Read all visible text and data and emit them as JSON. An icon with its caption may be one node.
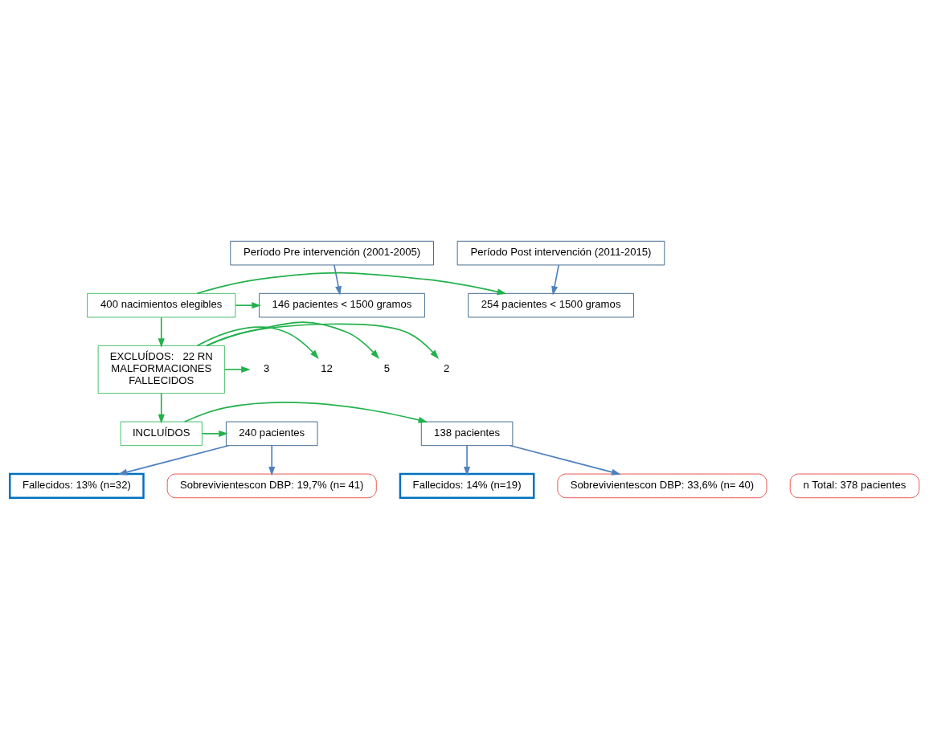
{
  "diagram": {
    "nodes": [
      {
        "text": [
          "Período Pre intervención (2001-2005)"
        ]
      },
      {
        "text": [
          "Período Post intervención (2011-2015)"
        ]
      },
      {
        "text": [
          "146 pacientes < 1500 gramos"
        ]
      },
      {
        "text": [
          "400 nacimientos elegibles"
        ]
      },
      {
        "text": [
          "254 pacientes < 1500 gramos"
        ]
      },
      {
        "text": [
          "EXCLUÍDOS:   22 RN",
          "MALFORMACIONES",
          "FALLECIDOS"
        ]
      },
      {
        "text": [
          "5"
        ]
      },
      {
        "text": [
          "12"
        ]
      },
      {
        "text": [
          "3"
        ]
      },
      {
        "text": [
          "2"
        ]
      },
      {
        "text": [
          "INCLUÍDOS"
        ]
      },
      {
        "text": [
          "138 pacientes"
        ]
      },
      {
        "text": [
          "240 pacientes"
        ]
      },
      {
        "text": [
          "Fallecidos: 14% (n=19)"
        ]
      },
      {
        "text": [
          "Fallecidos: 13% (n=32)"
        ]
      },
      {
        "text": [
          "Sobrevivientescon DBP: 33,6% (n= 40)"
        ]
      },
      {
        "text": [
          "n Total: 378 pacientes"
        ]
      },
      {
        "text": [
          "Sobrevivientescon DBP: 19,7% (n= 41)"
        ]
      }
    ],
    "edges": [
      {
        "from": 0,
        "to": 2,
        "arrow": "to",
        "color": "#4f81bd"
      },
      {
        "from": 1,
        "to": 4,
        "arrow": "to",
        "color": "#4f81bd"
      },
      {
        "from": 3,
        "to": 2,
        "arrow": "to"
      },
      {
        "from": 3,
        "to": 4,
        "arrow": "to"
      },
      {
        "from": 3,
        "to": 5,
        "arrow": "to"
      },
      {
        "from": 5,
        "to": 6,
        "arrow": "to"
      },
      {
        "from": 5,
        "to": 7,
        "arrow": "to"
      },
      {
        "from": 5,
        "to": 8,
        "arrow": "to"
      },
      {
        "from": 5,
        "to": 9,
        "arrow": "to"
      },
      {
        "from": 5,
        "to": 10,
        "arrow": "to"
      },
      {
        "from": 10,
        "to": 11,
        "arrow": "to"
      },
      {
        "from": 10,
        "to": 12,
        "arrow": "to"
      },
      {
        "from": 11,
        "to": 13,
        "arrow": "to",
        "color": "#4f81bd"
      },
      {
        "from": 11,
        "to": 15,
        "arrow": "to",
        "color": "#4f81bd"
      },
      {
        "from": 12,
        "to": 14,
        "arrow": "to",
        "color": "#4f81bd"
      },
      {
        "from": 12,
        "to": 17,
        "arrow": "to",
        "color": "#4f81bd"
      }
    ]
  }
}
